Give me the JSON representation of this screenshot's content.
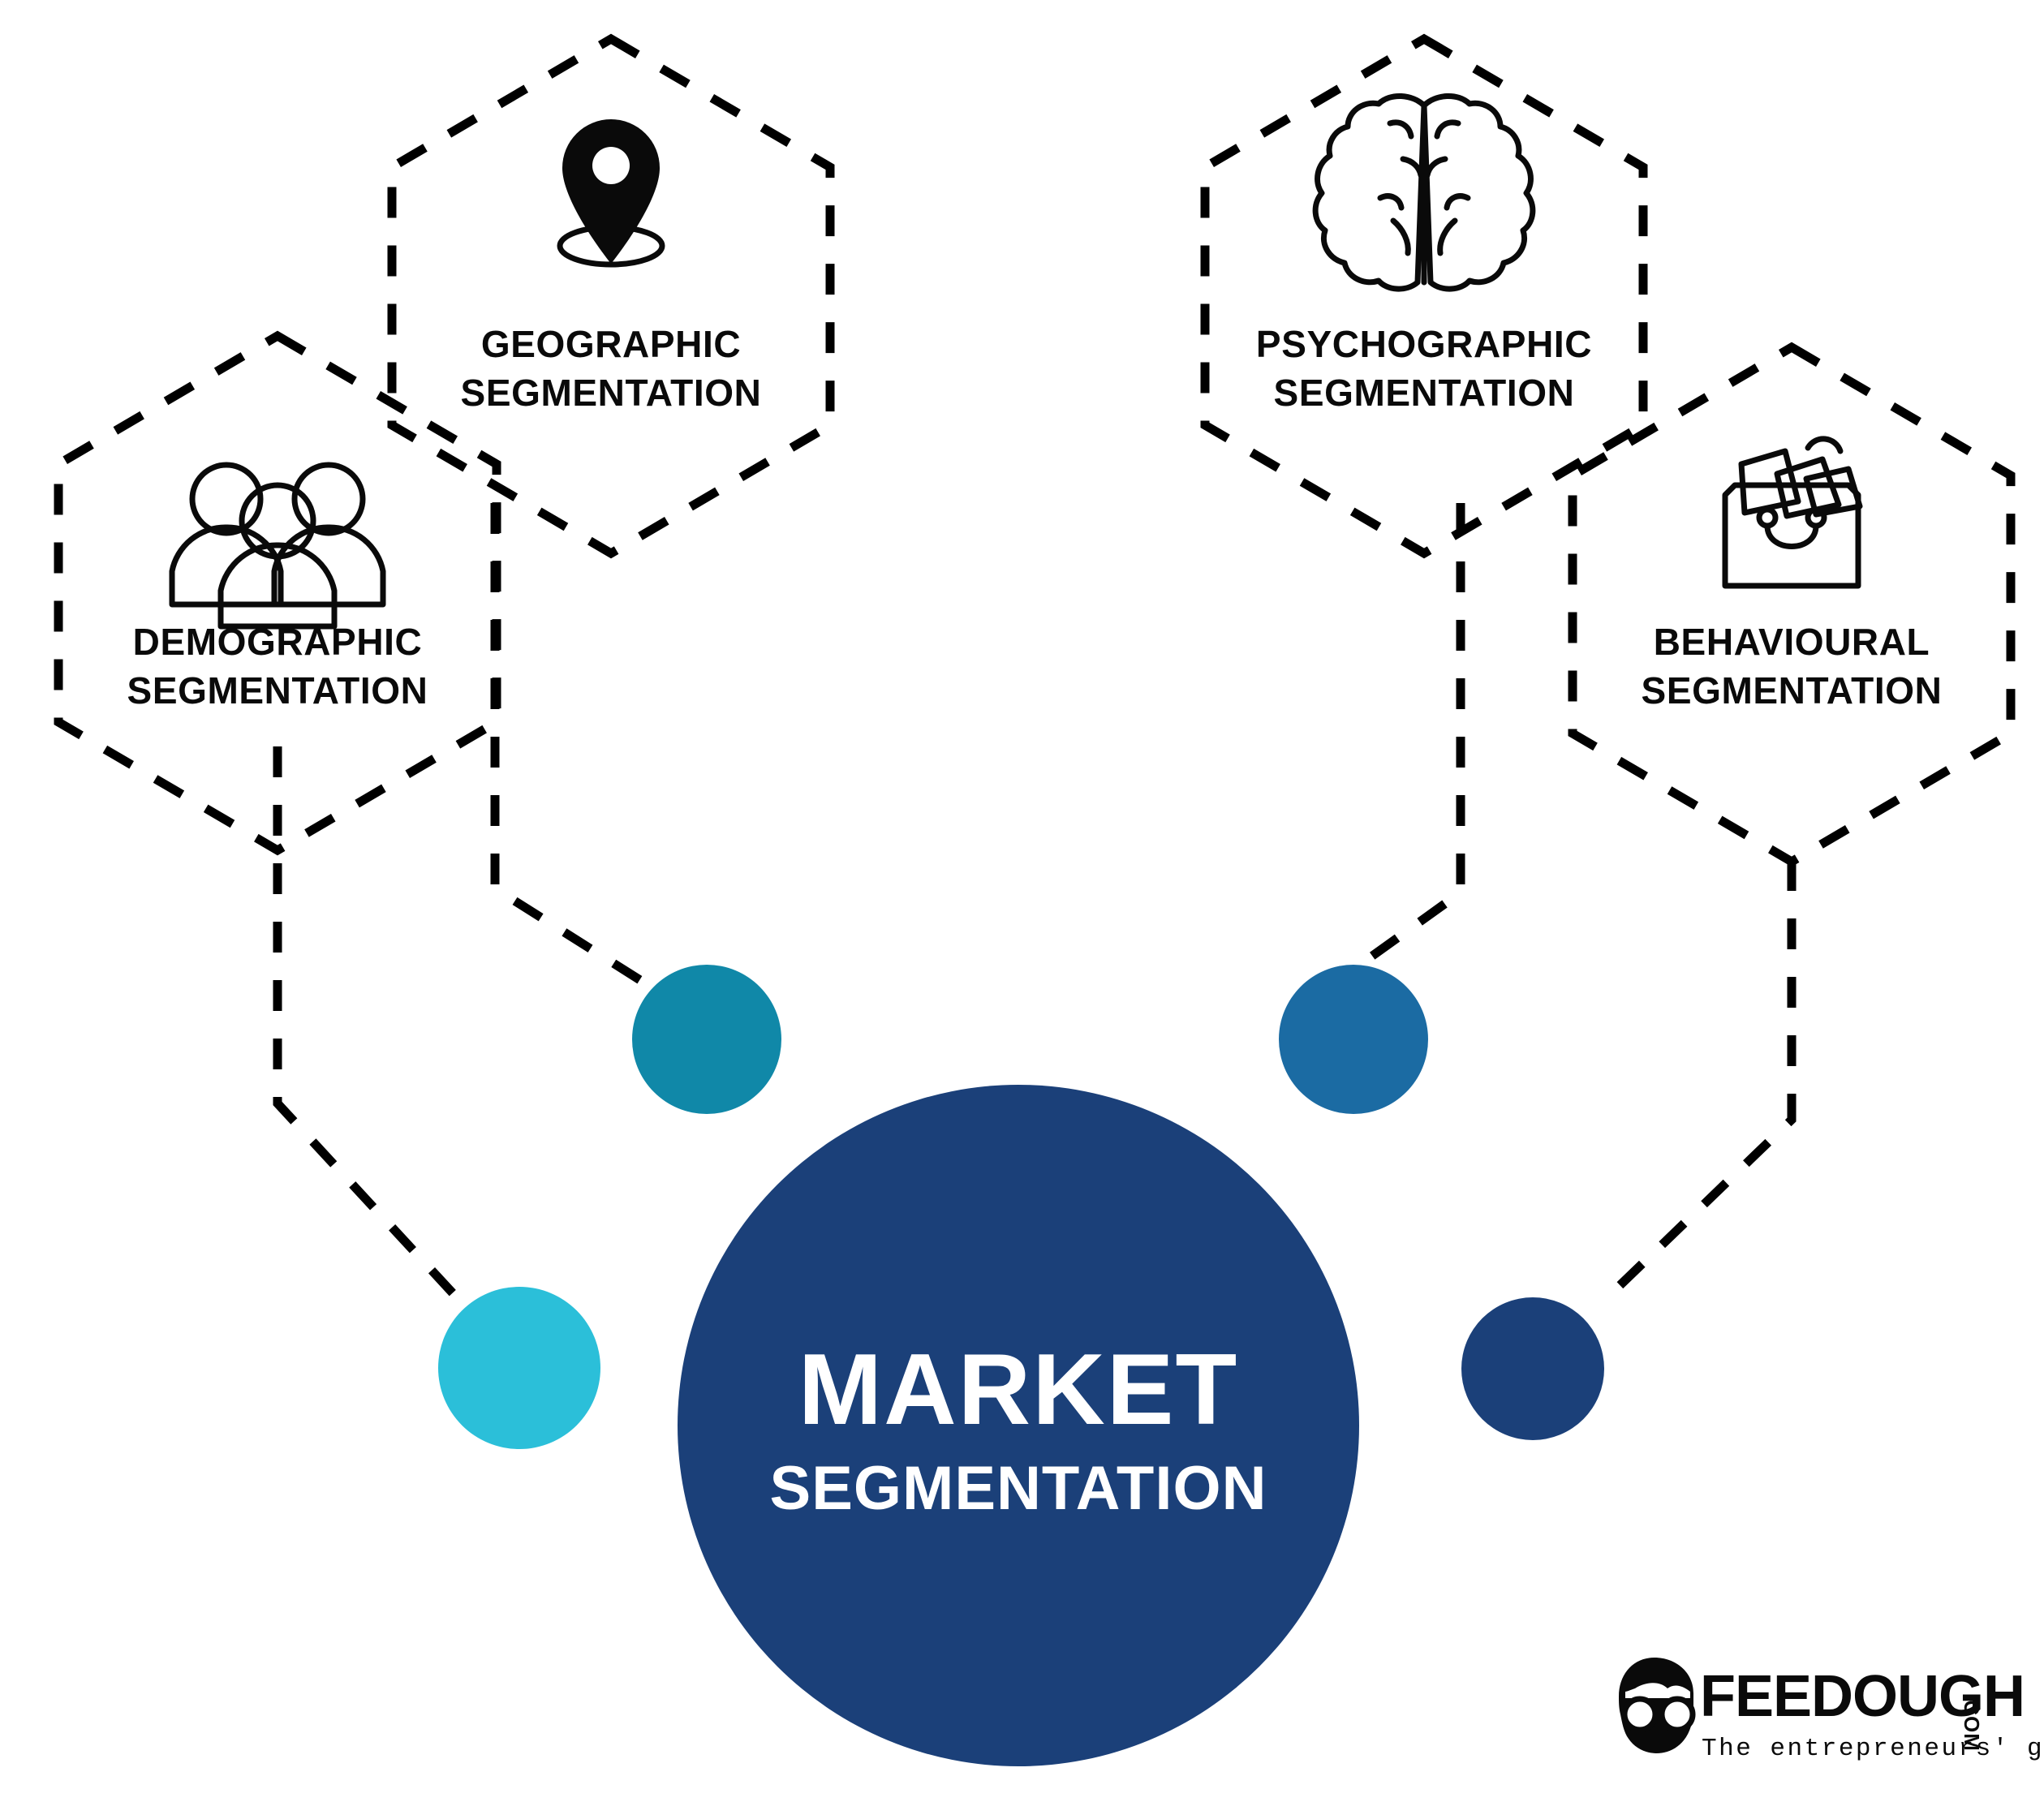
{
  "title": "Market Segmentation",
  "background_color": "#ffffff",
  "center": {
    "line1": "MARKET",
    "line2": "SEGMENTATION",
    "fill_color": "#1b4079",
    "text_color": "#ffffff"
  },
  "nodes": [
    {
      "id": "demographic",
      "line1": "DEMOGRAPHIC",
      "line2": "SEGMENTATION",
      "icon": "people-group-icon",
      "outline_style": "dashed-hexagon",
      "outline_color": "#000000"
    },
    {
      "id": "geographic",
      "line1": "GEOGRAPHIC",
      "line2": "SEGMENTATION",
      "icon": "map-pin-icon",
      "outline_style": "dashed-hexagon",
      "outline_color": "#000000"
    },
    {
      "id": "psychographic",
      "line1": "PSYCHOGRAPHIC",
      "line2": "SEGMENTATION",
      "icon": "brain-icon",
      "outline_style": "dashed-hexagon",
      "outline_color": "#000000"
    },
    {
      "id": "behavioural",
      "line1": "BEHAVIOURAL",
      "line2": "SEGMENTATION",
      "icon": "shopping-bag-icon",
      "outline_style": "dashed-hexagon",
      "outline_color": "#000000"
    }
  ],
  "dots": [
    {
      "id": "dot-geographic",
      "color": "#1088a8",
      "radius": 92
    },
    {
      "id": "dot-psychographic",
      "color": "#1b6ba3",
      "radius": 92
    },
    {
      "id": "dot-demographic",
      "color": "#2bbfd9",
      "radius": 100
    },
    {
      "id": "dot-behavioural",
      "color": "#1b4079",
      "radius": 88
    }
  ],
  "logo": {
    "wordmark": "FEEDOUGH",
    "domain": ".COM",
    "tagline": "The entrepreneurs' guide",
    "mark": "face-with-glasses-icon"
  },
  "chart_data": {
    "type": "diagram",
    "title": "Market Segmentation",
    "nodes": [
      "DEMOGRAPHIC SEGMENTATION",
      "GEOGRAPHIC SEGMENTATION",
      "PSYCHOGRAPHIC SEGMENTATION",
      "BEHAVIOURAL SEGMENTATION"
    ],
    "hub": "MARKET SEGMENTATION",
    "edges": [
      [
        "DEMOGRAPHIC SEGMENTATION",
        "MARKET SEGMENTATION"
      ],
      [
        "GEOGRAPHIC SEGMENTATION",
        "MARKET SEGMENTATION"
      ],
      [
        "PSYCHOGRAPHIC SEGMENTATION",
        "MARKET SEGMENTATION"
      ],
      [
        "BEHAVIOURAL SEGMENTATION",
        "MARKET SEGMENTATION"
      ]
    ]
  }
}
